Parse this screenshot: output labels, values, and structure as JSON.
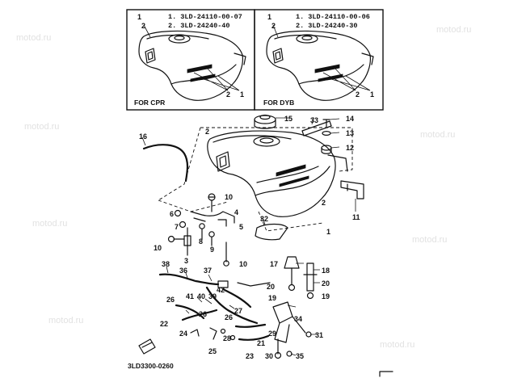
{
  "watermark": "motod.ru",
  "inset_left": {
    "lines": [
      "1.  3LD-24110-00-07",
      "2.  3LD-24240-40"
    ],
    "caption": "FOR CPR",
    "callouts": [
      "1",
      "2",
      "2",
      "1"
    ]
  },
  "inset_right": {
    "lines": [
      "1.  3LD-24110-00-06",
      "2.  3LD-24240-30"
    ],
    "caption": "FOR DYB",
    "callouts": [
      "1",
      "2",
      "2",
      "1"
    ]
  },
  "callouts": {
    "c1": "1",
    "c2": "2",
    "c2b": "2",
    "c3": "3",
    "c4": "4",
    "c5": "5",
    "c6": "6",
    "c7": "7",
    "c8": "8",
    "c9": "9",
    "c10a": "10",
    "c10b": "10",
    "c10c": "10",
    "c11": "11",
    "c12": "12",
    "c13": "13",
    "c14": "14",
    "c15": "15",
    "c16": "16",
    "c17": "17",
    "c18": "18",
    "c19a": "19",
    "c19b": "19",
    "c20a": "20",
    "c20b": "20",
    "c21": "21",
    "c22": "22",
    "c23": "23",
    "c24": "24",
    "c25": "25",
    "c26a": "26",
    "c26b": "26",
    "c27": "27",
    "c28": "28",
    "c29": "29",
    "c30": "30",
    "c31": "31",
    "c32": "32",
    "c33": "33",
    "c34": "34",
    "c35": "35",
    "c36": "36",
    "c37": "37",
    "c38": "38",
    "c39": "39",
    "c40": "40",
    "c41": "41",
    "c42": "42"
  },
  "figure_code": "3LD3300-0260"
}
